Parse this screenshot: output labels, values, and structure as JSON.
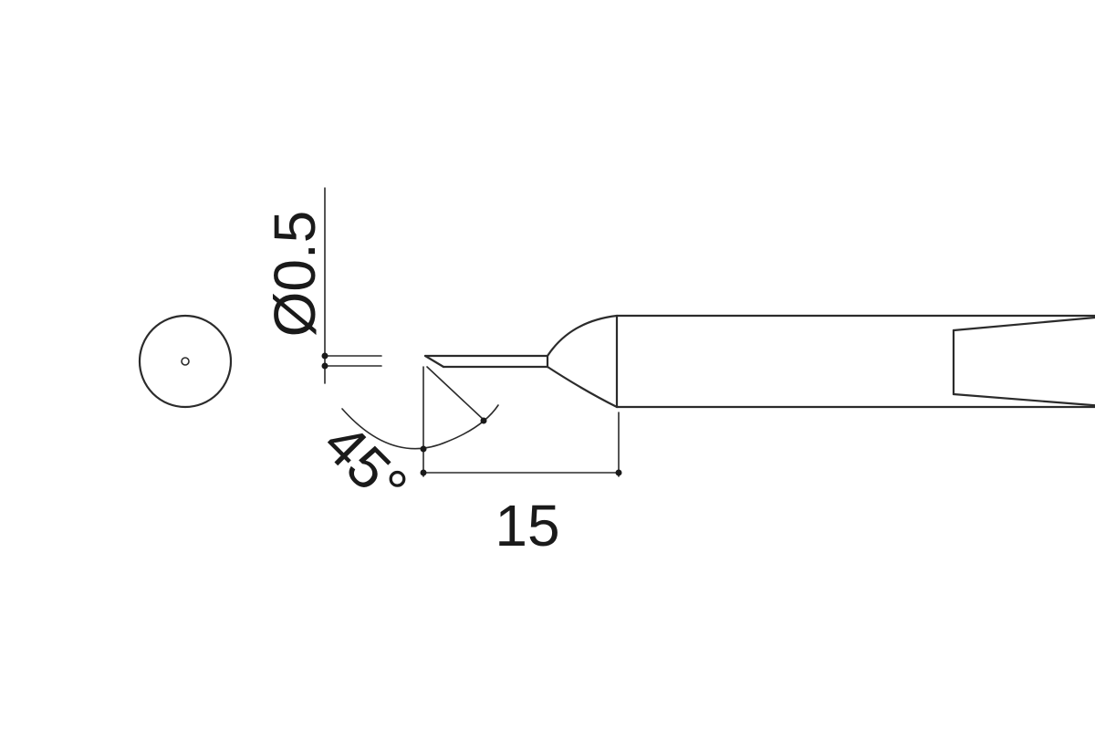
{
  "diagram": {
    "labels": {
      "diameter": "Ø0.5",
      "angle": "45°",
      "length": "15"
    },
    "colors": {
      "line": "#2b2b2b",
      "background": "#ffffff"
    }
  }
}
